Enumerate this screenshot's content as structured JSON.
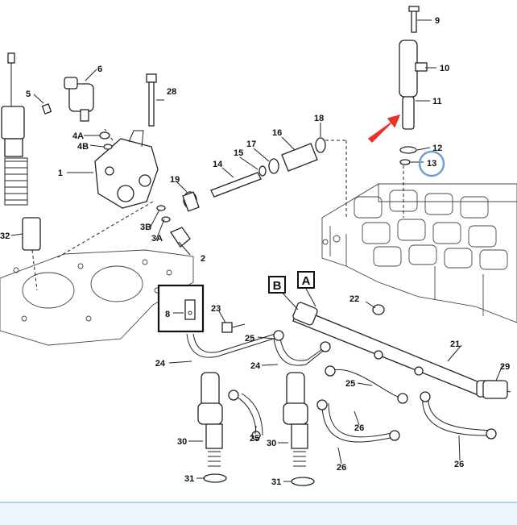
{
  "callouts": {
    "c1": "1",
    "c2": "2",
    "c3A": "3A",
    "c3B": "3B",
    "c4A": "4A",
    "c4B": "4B",
    "c5": "5",
    "c6": "6",
    "c8": "8",
    "c9": "9",
    "c10": "10",
    "c11": "11",
    "c12": "12",
    "c13": "13",
    "c14": "14",
    "c15": "15",
    "c16": "16",
    "c17": "17",
    "c18": "18",
    "c19": "19",
    "c21": "21",
    "c22": "22",
    "c23": "23",
    "c24a": "24",
    "c24b": "24",
    "c25a": "25",
    "c25b": "25",
    "c25c": "25",
    "c26a": "26",
    "c26b": "26",
    "c26c": "26",
    "c28": "28",
    "c29": "29",
    "c30a": "30",
    "c30b": "30",
    "c31a": "31",
    "c31b": "31",
    "c32": "32"
  },
  "boxed_labels": {
    "A": "A",
    "B": "B"
  },
  "highlight": {
    "arrow_color": "#e8322b",
    "circle_color": "#6f9fd3",
    "target_callout": "13"
  },
  "footer": {
    "bar_color": "#eef4fb"
  }
}
